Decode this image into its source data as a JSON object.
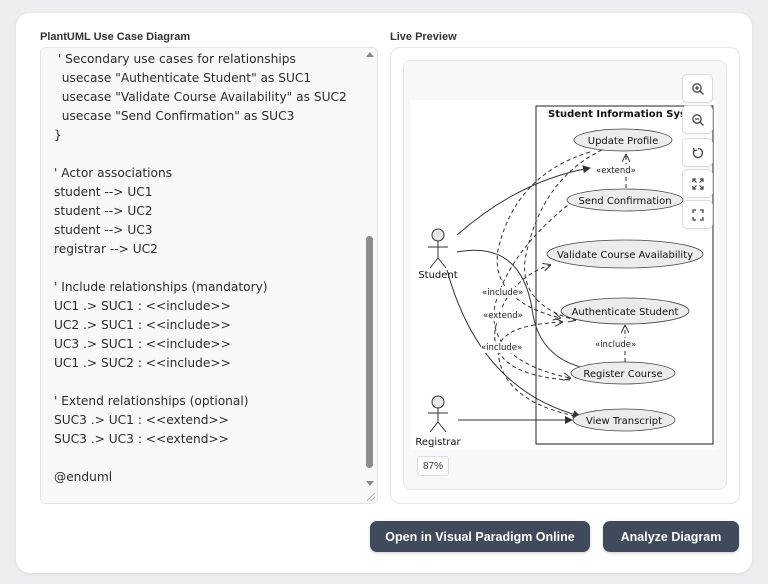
{
  "editor": {
    "title": "PlantUML Use Case Diagram",
    "lines": [
      " ' Secondary use cases for relationships",
      "  usecase \"Authenticate Student\" as SUC1",
      "  usecase \"Validate Course Availability\" as SUC2",
      "  usecase \"Send Confirmation\" as SUC3",
      "}",
      "",
      "' Actor associations",
      "student --> UC1",
      "student --> UC2",
      "student --> UC3",
      "registrar --> UC2",
      "",
      "' Include relationships (mandatory)",
      "UC1 .> SUC1 : <<include>>",
      "UC2 .> SUC1 : <<include>>",
      "UC3 .> SUC1 : <<include>>",
      "UC1 .> SUC2 : <<include>>",
      "",
      "' Extend relationships (optional)",
      "SUC3 .> UC1 : <<extend>>",
      "SUC3 .> UC3 : <<extend>>",
      "",
      "@enduml"
    ]
  },
  "preview": {
    "title": "Live Preview",
    "zoom": "87%",
    "tools": [
      "zoom-in-icon",
      "zoom-out-icon",
      "reset-icon",
      "fit-icon",
      "fullscreen-icon"
    ]
  },
  "diagram": {
    "system_title": "Student Information Sys",
    "actors": {
      "student": "Student",
      "registrar": "Registrar"
    },
    "usecases": {
      "update_profile": "Update Profile",
      "send_confirmation": "Send Confirmation",
      "validate_course": "Validate Course Availability",
      "authenticate": "Authenticate Student",
      "register_course": "Register Course",
      "view_transcript": "View Transcript"
    },
    "labels": {
      "extend_top": "«extend»",
      "include_left": "«include»",
      "extend_left": "«extend»",
      "include_lower": "«include»",
      "include_right": "«include»"
    }
  },
  "actions": {
    "open_vp": "Open in Visual Paradigm Online",
    "analyze": "Analyze Diagram"
  },
  "colors": {
    "button_bg": "#3f4a5c",
    "usecase_fill": "#ececec"
  }
}
